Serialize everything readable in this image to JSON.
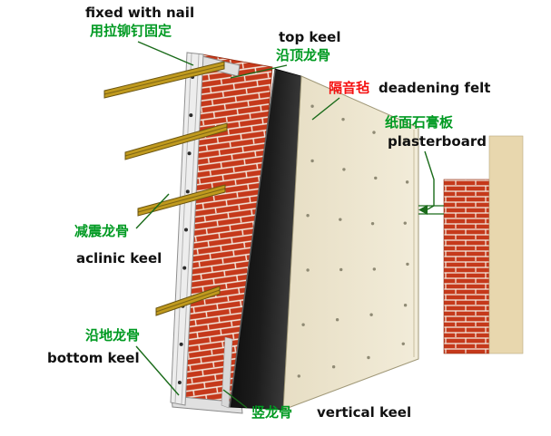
{
  "labels": {
    "fixed_with_nail": {
      "en": "fixed with nail",
      "zh": "用拉铆钉固定"
    },
    "top_keel": {
      "en": "top keel",
      "zh": "沿顶龙骨"
    },
    "deadening_felt": {
      "en": "deadening felt",
      "zh": "隔音毡"
    },
    "plasterboard": {
      "en": "plasterboard",
      "zh": "纸面石膏板"
    },
    "aclinic_keel": {
      "en": "aclinic keel",
      "zh": "减震龙骨"
    },
    "bottom_keel": {
      "en": "bottom keel",
      "zh": "沿地龙骨"
    },
    "vertical_keel": {
      "en": "vertical keel",
      "zh": "竖龙骨"
    }
  },
  "colors": {
    "brick": "#c5391b",
    "mortar": "#f3ece2",
    "deadening_felt": "#111111",
    "plasterboard": "#ece4cc",
    "resilient_bar": "#c09a1e",
    "metal_keel": "#ededed",
    "right_plaster_layer": "#e8d7ae",
    "label_green": "#009a22",
    "label_red": "#f50f0f",
    "label_black": "#111111",
    "leader_line": "#1a6b1a"
  }
}
